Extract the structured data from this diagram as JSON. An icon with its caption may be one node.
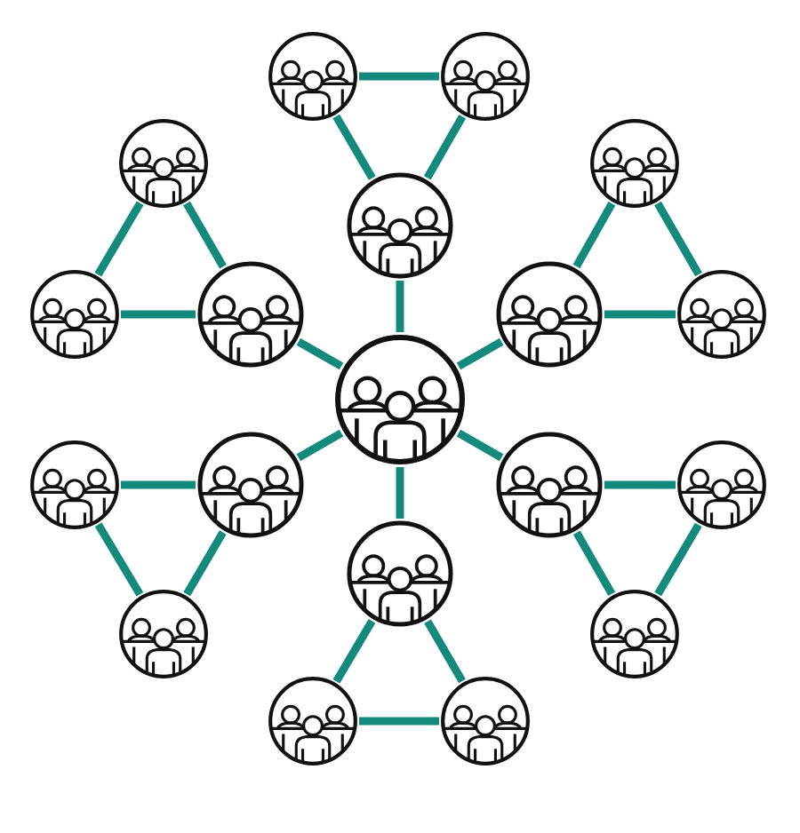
{
  "diagram": {
    "nodes": [
      {
        "text": [],
        "shape": "picture"
      },
      {
        "text": [],
        "shape": "picture"
      },
      {
        "text": [],
        "shape": "picture"
      },
      {
        "text": [],
        "shape": "picture"
      },
      {
        "text": [],
        "shape": "picture"
      },
      {
        "text": [],
        "shape": "picture"
      },
      {
        "text": [],
        "shape": "picture"
      },
      {
        "text": [],
        "shape": "picture"
      },
      {
        "text": [],
        "shape": "picture"
      },
      {
        "text": [],
        "shape": "picture"
      },
      {
        "text": [],
        "shape": "picture"
      },
      {
        "text": [],
        "shape": "picture"
      },
      {
        "text": [],
        "shape": "picture"
      },
      {
        "text": [],
        "shape": "picture"
      },
      {
        "text": [],
        "shape": "picture"
      },
      {
        "text": [],
        "shape": "picture"
      },
      {
        "text": [],
        "shape": "picture"
      },
      {
        "text": [],
        "shape": "picture"
      },
      {
        "text": [],
        "shape": "picture"
      }
    ],
    "edges": [
      {
        "from": 0,
        "to": 1,
        "arrow": "none"
      },
      {
        "from": 1,
        "to": 2,
        "arrow": "none"
      },
      {
        "from": 1,
        "to": 3,
        "arrow": "none"
      },
      {
        "from": 2,
        "to": 3,
        "arrow": "none"
      },
      {
        "from": 0,
        "to": 4,
        "arrow": "none"
      },
      {
        "from": 4,
        "to": 5,
        "arrow": "none"
      },
      {
        "from": 4,
        "to": 6,
        "arrow": "none"
      },
      {
        "from": 5,
        "to": 6,
        "arrow": "none"
      },
      {
        "from": 0,
        "to": 7,
        "arrow": "none"
      },
      {
        "from": 7,
        "to": 8,
        "arrow": "none"
      },
      {
        "from": 7,
        "to": 9,
        "arrow": "none"
      },
      {
        "from": 8,
        "to": 9,
        "arrow": "none"
      },
      {
        "from": 0,
        "to": 10,
        "arrow": "none"
      },
      {
        "from": 10,
        "to": 11,
        "arrow": "none"
      },
      {
        "from": 10,
        "to": 12,
        "arrow": "none"
      },
      {
        "from": 11,
        "to": 12,
        "arrow": "none"
      },
      {
        "from": 0,
        "to": 13,
        "arrow": "none"
      },
      {
        "from": 13,
        "to": 14,
        "arrow": "none"
      },
      {
        "from": 13,
        "to": 15,
        "arrow": "none"
      },
      {
        "from": 14,
        "to": 15,
        "arrow": "none"
      },
      {
        "from": 0,
        "to": 16,
        "arrow": "none"
      },
      {
        "from": 16,
        "to": 17,
        "arrow": "none"
      },
      {
        "from": 16,
        "to": 18,
        "arrow": "none"
      },
      {
        "from": 17,
        "to": 18,
        "arrow": "none"
      }
    ]
  }
}
